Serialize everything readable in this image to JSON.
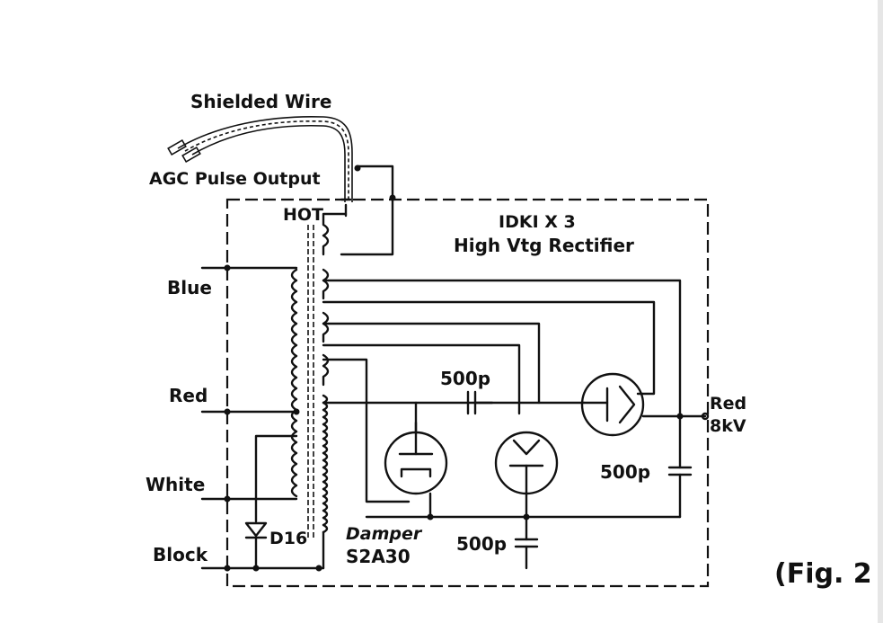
{
  "labels": {
    "shielded_wire": "Shielded Wire",
    "agc_output": "AGC Pulse Output",
    "hot": "HOT",
    "rectifier_line1": "IDKI X 3",
    "rectifier_line2": "High Vtg Rectifier",
    "blue": "Blue",
    "red": "Red",
    "white": "White",
    "black": "Block",
    "cap_top": "500p",
    "red_out_line1": "Red",
    "red_out_line2": "8kV",
    "cap_right": "500p",
    "cap_bottom": "500p",
    "damper_line1": "Damper",
    "damper_line2": "S2A30",
    "diode": "D16",
    "figure_caption": "(Fig. 2"
  }
}
